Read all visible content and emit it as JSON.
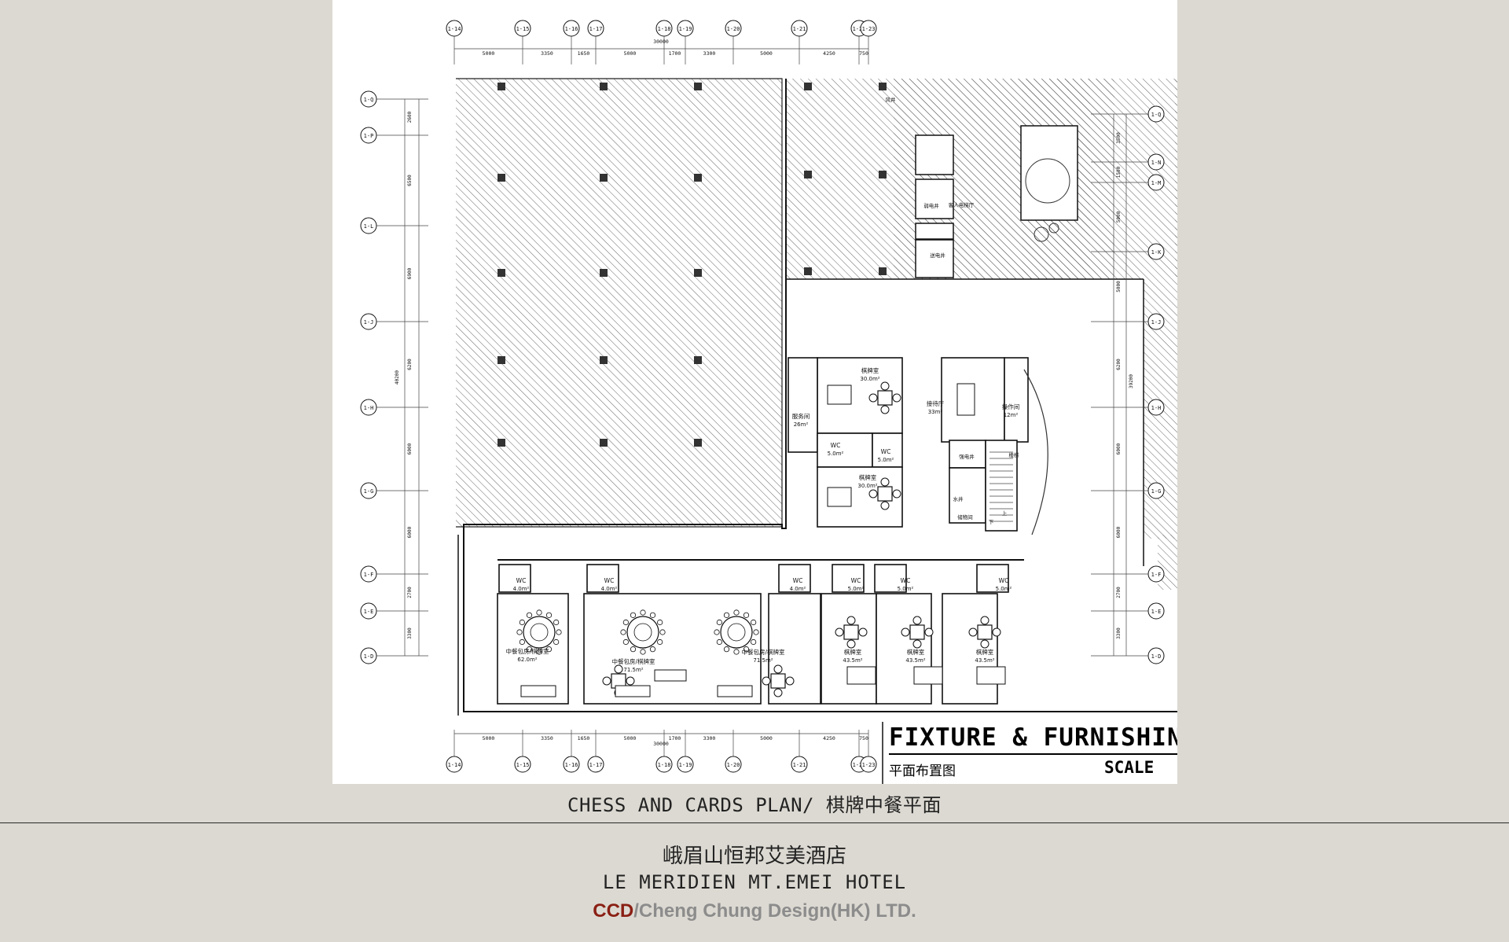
{
  "title_block": {
    "title": "FIXTURE & FURNISHIN",
    "subtitle": "平面布置图",
    "scale_label": "SCALE"
  },
  "captions": {
    "plan": "CHESS AND CARDS PLAN/ 棋牌中餐平面",
    "hotel_cn": "峨眉山恒邦艾美酒店",
    "hotel_en": "LE MERIDIEN MT.EMEI HOTEL",
    "firm_brand": "CCD",
    "firm_rest": "/Cheng Chung Design(HK) LTD."
  },
  "grid": {
    "columns": [
      "1-14",
      "1-15",
      "1-16",
      "1-17",
      "1-18",
      "1-19",
      "1-20",
      "1-21",
      "1-22",
      "1-23"
    ],
    "rows_left": [
      "1-Q",
      "1-P",
      "1-L",
      "1-J",
      "1-H",
      "1-G",
      "1-F",
      "1-E",
      "1-D"
    ],
    "rows_right": [
      "1-Q",
      "1-N",
      "1-M",
      "1-K",
      "1-J",
      "1-H",
      "1-G",
      "1-F",
      "1-E",
      "1-D"
    ],
    "dims_top": [
      "5000",
      "3350",
      "1650",
      "5000",
      "1700",
      "3300",
      "5000",
      "4250",
      "750"
    ],
    "dims_top_total": "30000",
    "dims_left": [
      "2600",
      "6500",
      "6900",
      "6200",
      "6000",
      "6000",
      "2700",
      "3300"
    ],
    "dims_left_total": "40200",
    "dims_right": [
      "3500",
      "1500",
      "5000",
      "5000",
      "6200",
      "6000",
      "6000",
      "2700",
      "3300"
    ],
    "dims_right_total": "39200"
  },
  "rooms": [
    {
      "name": "棋牌室",
      "area": "30.0m²"
    },
    {
      "name": "服务间",
      "area": "26m²"
    },
    {
      "name": "接待厅",
      "area": "33m²"
    },
    {
      "name": "操作间",
      "area": "12m²"
    },
    {
      "name": "WC",
      "area": "5.0m²"
    },
    {
      "name": "WC",
      "area": "5.0m²"
    },
    {
      "name": "棋牌室",
      "area": "30.0m²"
    },
    {
      "name": "中餐包房/棋牌室",
      "area": "62.0m²"
    },
    {
      "name": "中餐包房/棋牌室",
      "area": "71.5m²"
    },
    {
      "name": "中餐包房/棋牌室",
      "area": "71.5m²"
    },
    {
      "name": "棋牌室",
      "area": "43.5m²"
    },
    {
      "name": "棋牌室",
      "area": "43.5m²"
    },
    {
      "name": "棋牌室",
      "area": "43.5m²"
    },
    {
      "name": "WC",
      "area": "4.0m²"
    },
    {
      "name": "WC",
      "area": "4.0m²"
    },
    {
      "name": "WC",
      "area": "4.0m²"
    },
    {
      "name": "WC",
      "area": "5.0m²"
    },
    {
      "name": "WC",
      "area": "5.0m²"
    },
    {
      "name": "WC",
      "area": "5.0m²"
    }
  ],
  "small_labels": [
    "强电井",
    "楼梯",
    "水井",
    "弱电井",
    "储物间",
    "客人电梯厅",
    "风井",
    "送电井",
    "上",
    "下"
  ]
}
